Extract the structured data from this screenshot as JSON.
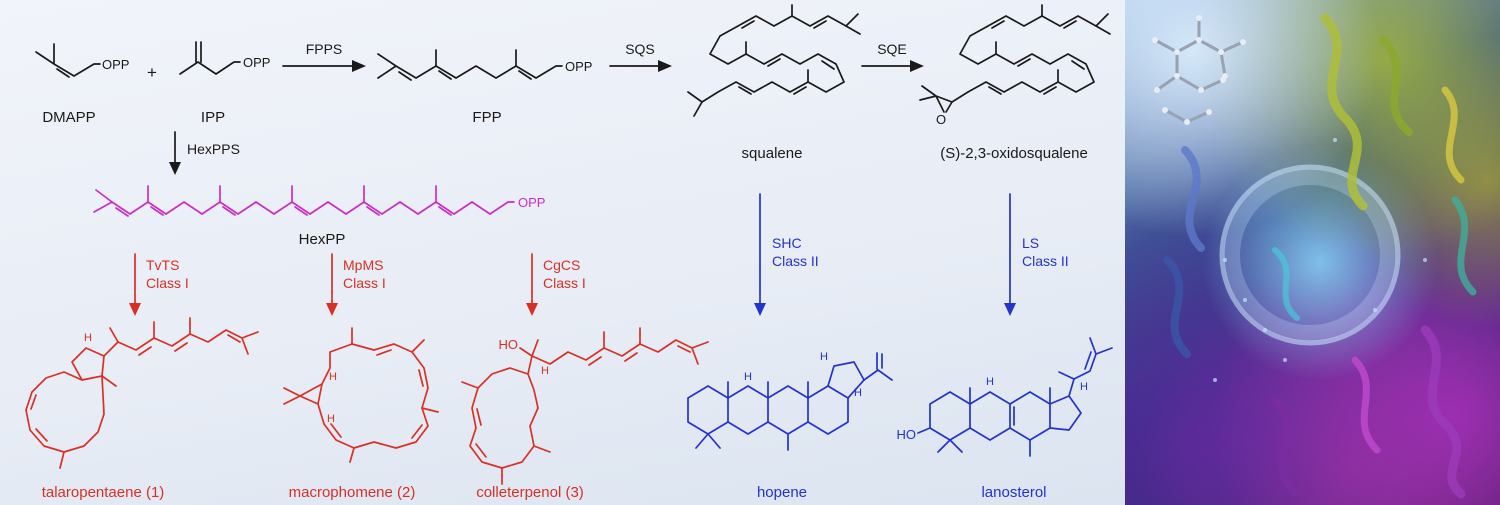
{
  "pathway": {
    "substrates": {
      "dmapp_label": "DMAPP",
      "plus_sign": "+",
      "ipp_label": "IPP",
      "dmapp_opp": "OPP",
      "ipp_opp": "OPP"
    },
    "top_row": {
      "fpps_enzyme": "FPPS",
      "fpp_label": "FPP",
      "fpp_opp": "OPP",
      "sqs_enzyme": "SQS",
      "squalene_label": "squalene",
      "sqe_enzyme": "SQE",
      "oxidosqualene_label": "(S)-2,3-oxidosqualene",
      "epoxide_o": "O"
    },
    "hexpp_branch": {
      "hexpps_enzyme": "HexPPS",
      "hexpp_label": "HexPP",
      "hexpp_opp": "OPP"
    },
    "class1_branches": [
      {
        "enzyme": "TvTS",
        "enzyme_class": "Class I",
        "product": "talaropentaene (1)"
      },
      {
        "enzyme": "MpMS",
        "enzyme_class": "Class I",
        "product": "macrophomene (2)"
      },
      {
        "enzyme": "CgCS",
        "enzyme_class": "Class I",
        "product": "colleterpenol (3)"
      }
    ],
    "class2_branches": [
      {
        "enzyme": "SHC",
        "enzyme_class": "Class II",
        "product": "hopene"
      },
      {
        "enzyme": "LS",
        "enzyme_class": "Class II",
        "product": "lanosterol"
      }
    ],
    "stereo_h": "H",
    "hydroxyl": "HO"
  },
  "colors": {
    "ink": "#1a1a1a",
    "magenta": "#c92ec9",
    "red": "#d93025",
    "blue": "#2333cb",
    "background_start": "#f1f4fa",
    "background_end": "#d8e2ef"
  }
}
